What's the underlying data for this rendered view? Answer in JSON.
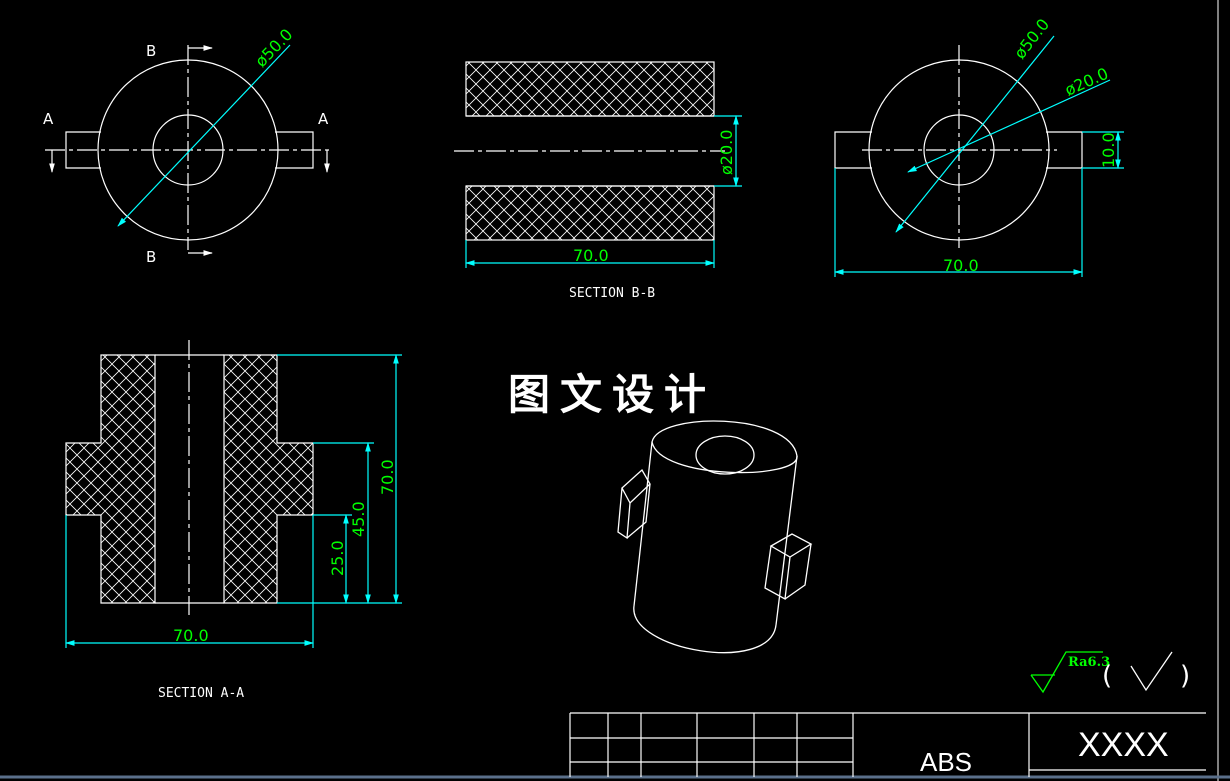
{
  "views": {
    "top_left": {
      "dim_diameter": "ø50.0",
      "marks": {
        "b_top": "B",
        "b_bottom": "B",
        "a_left": "A",
        "a_right": "A"
      }
    },
    "section_bb": {
      "dim_diameter": "ø20.0",
      "dim_length": "70.0",
      "caption": "SECTION B-B"
    },
    "top_right": {
      "dim_outer": "ø50.0",
      "dim_inner": "ø20.0",
      "dim_tab": "10.0",
      "dim_length": "70.0"
    },
    "section_aa": {
      "dim_height": "70.0",
      "dim_mid": "45.0",
      "dim_low": "25.0",
      "dim_width": "70.0",
      "caption": "SECTION A-A"
    }
  },
  "watermark": "图文设计",
  "roughness": {
    "value": "Ra6.3",
    "paren_left": "(",
    "paren_right": ")"
  },
  "title_block": {
    "material": "ABS",
    "name": "XXXX"
  },
  "colors": {
    "background": "#000000",
    "line": "#ffffff",
    "dimension": "#00ffff",
    "dim_text": "#00ff00"
  }
}
